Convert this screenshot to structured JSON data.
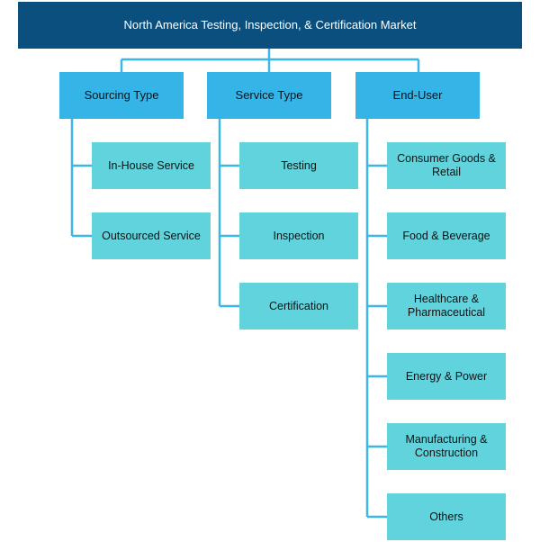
{
  "title": "North America Testing, Inspection, & Certification Market",
  "categories": [
    {
      "label": "Sourcing Type",
      "items": [
        "In-House Service",
        "Outsourced Service"
      ]
    },
    {
      "label": "Service Type",
      "items": [
        "Testing",
        "Inspection",
        "Certification"
      ]
    },
    {
      "label": "End-User",
      "items": [
        "Consumer Goods & Retail",
        "Food & Beverage",
        "Healthcare & Pharmaceutical",
        "Energy & Power",
        "Manufacturing & Construction",
        "Others"
      ]
    }
  ],
  "colors": {
    "root": "#0b4f7e",
    "category": "#35b4e8",
    "leaf": "#61d3dd",
    "connector": "#3cb6e6"
  }
}
